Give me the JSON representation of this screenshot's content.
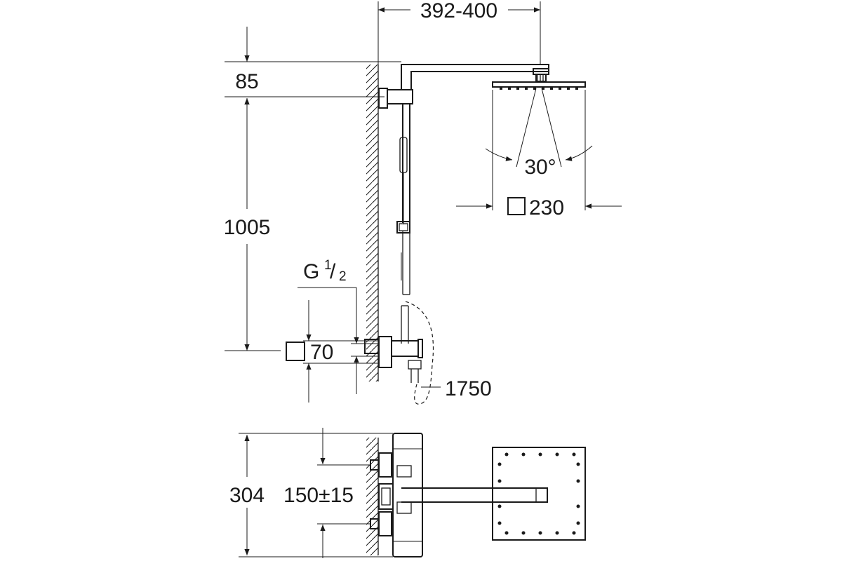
{
  "dimensions": {
    "arm_projection": "392-400",
    "top_offset": "85",
    "column_height": "1005",
    "thread_label": "G",
    "thread_fraction_num": "1",
    "thread_fraction_den": "2",
    "mixer_size": "70",
    "hose_length": "1750",
    "spray_angle": "30°",
    "head_size": "230",
    "plan_width": "304",
    "center_distance": "150±15"
  }
}
